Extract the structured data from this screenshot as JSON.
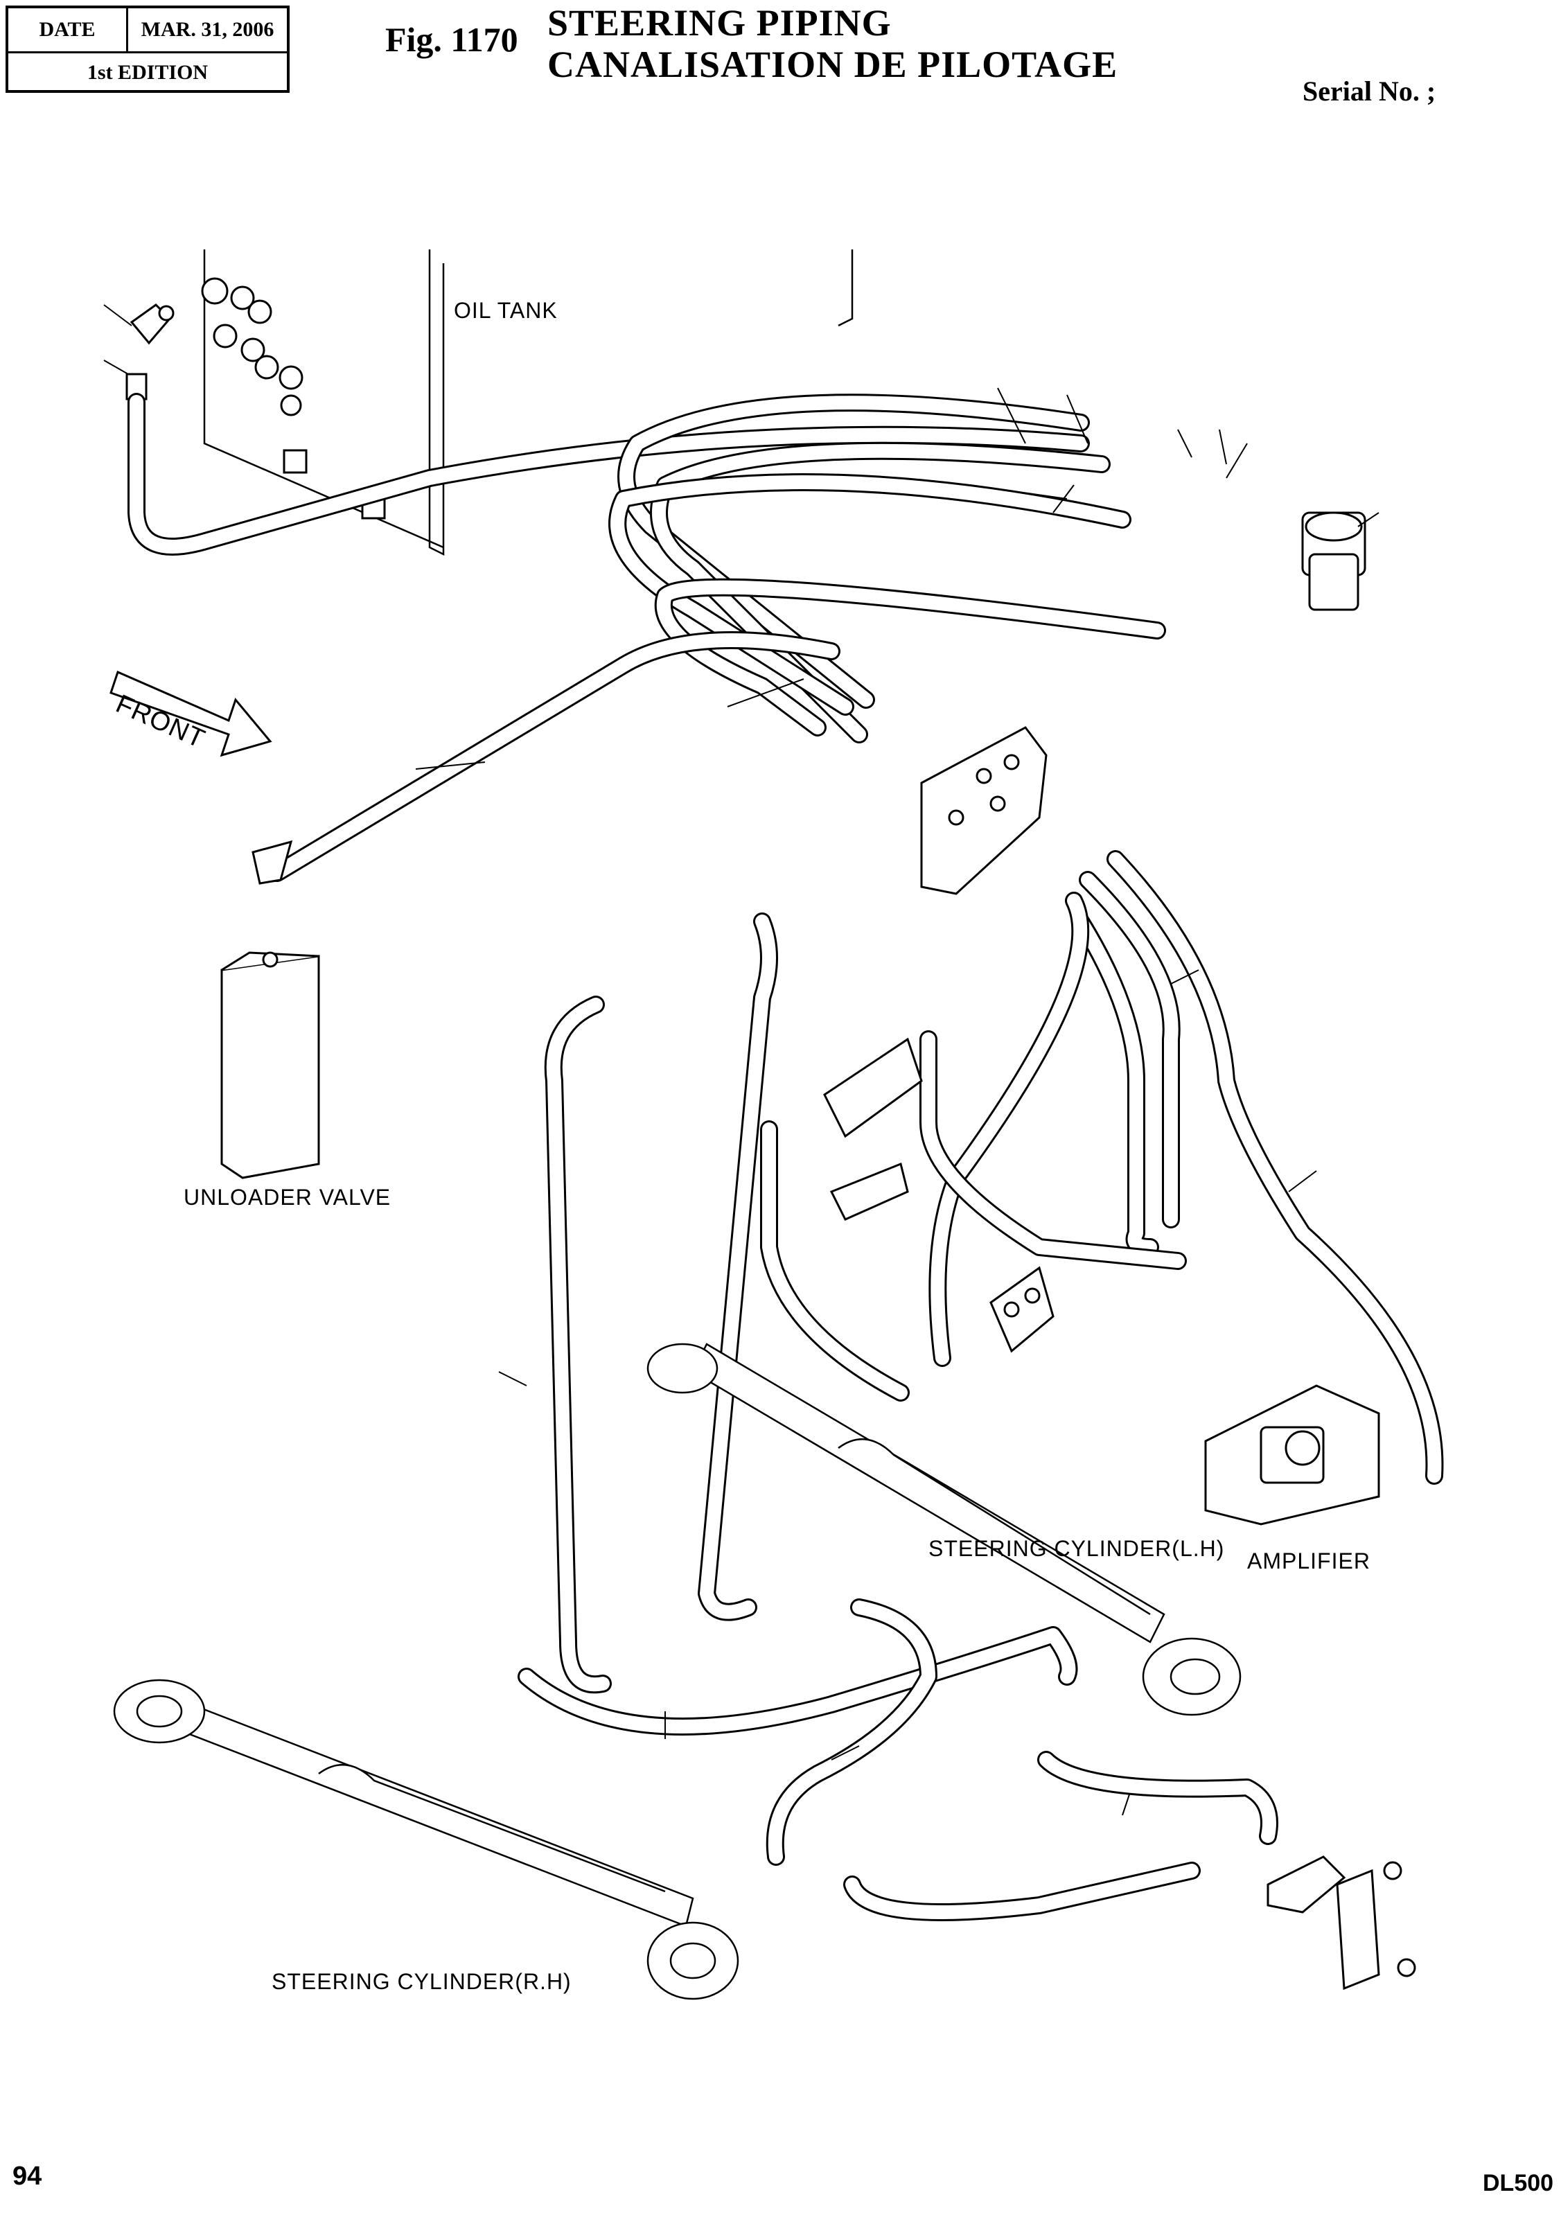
{
  "header": {
    "date_label": "DATE",
    "date_value": "MAR. 31, 2006",
    "edition": "1st EDITION",
    "figure_number": "Fig. 1170",
    "title_en": "STEERING PIPING",
    "title_fr": "CANALISATION DE PILOTAGE",
    "serial_label": "Serial No. ;"
  },
  "labels": {
    "oil_tank": "OIL TANK",
    "front": "FRONT",
    "unloader_valve": "UNLOADER VALVE",
    "steering_cylinder_lh": "STEERING CYLINDER(L.H)",
    "amplifier": "AMPLIFIER",
    "steering_cylinder_rh": "STEERING CYLINDER(R.H)"
  },
  "footer": {
    "page_number": "94",
    "model": "DL500"
  }
}
